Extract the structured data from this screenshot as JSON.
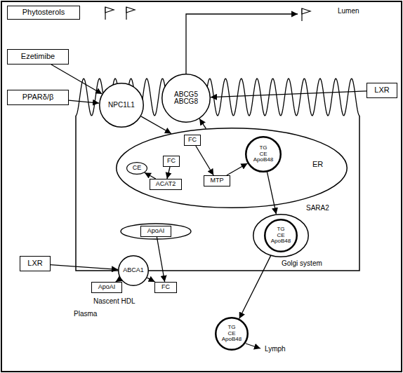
{
  "diagram": {
    "nodes": [
      {
        "text": [
          "Phytosterols"
        ]
      },
      {
        "text": [
          "NPC1L1"
        ]
      },
      {
        "text": [
          "ABCG5",
          "ABCG8"
        ]
      },
      {
        "text": [
          "Ezetimibe"
        ]
      },
      {
        "text": [
          "PPARδ/β"
        ]
      },
      {
        "text": [
          "LXR"
        ]
      },
      {
        "text": [
          "ER"
        ]
      },
      {
        "text": [
          "CE"
        ],
        "in": 6
      },
      {
        "text": [
          "ACAT2"
        ],
        "in": 6
      },
      {
        "text": [
          "FC"
        ],
        "in": 6
      },
      {
        "text": [
          "FC"
        ],
        "in": 6
      },
      {
        "text": [
          "MTP"
        ],
        "in": 6
      },
      {
        "text": [
          "TG",
          "CE",
          "ApoB48"
        ],
        "in": 6
      },
      {
        "text": [
          "SARA2"
        ]
      },
      {
        "text": [
          "TG",
          "CE",
          "ApoB48"
        ],
        "in": 13
      },
      {
        "text": [
          "LXR"
        ]
      },
      {
        "text": [
          "ApoAI"
        ]
      },
      {
        "text": [
          "ABCA1"
        ]
      },
      {
        "text": [
          "ApoAI"
        ]
      },
      {
        "text": [
          "FC"
        ]
      },
      {
        "text": [
          "TG",
          "CE",
          "ApoB48"
        ]
      }
    ],
    "edges": [
      {
        "from": 3,
        "to": 1,
        "arrow": "to"
      },
      {
        "from": 4,
        "to": 1,
        "arrow": "to"
      },
      {
        "from": 5,
        "to": 2,
        "arrow": "to"
      },
      {
        "from": 1,
        "to": 6,
        "arrow": "to"
      },
      {
        "from": 6,
        "to": 2,
        "arrow": "to"
      },
      {
        "from": 9,
        "to": 8,
        "arrow": "to"
      },
      {
        "from": 8,
        "to": 7,
        "arrow": "to"
      },
      {
        "from": 10,
        "to": 11,
        "arrow": "to"
      },
      {
        "from": 11,
        "to": 12,
        "arrow": "to"
      },
      {
        "from": 12,
        "to": 13,
        "arrow": "to"
      },
      {
        "from": 13,
        "to": 20,
        "arrow": "to"
      },
      {
        "from": 15,
        "to": 17,
        "arrow": "to"
      },
      {
        "from": 17,
        "to": 18,
        "arrow": "to"
      },
      {
        "from": 17,
        "to": 19,
        "arrow": "to"
      },
      {
        "from": 16,
        "to": 19,
        "arrow": "to"
      }
    ],
    "labels": [
      "Lumen",
      "Golgi system",
      "Nascent HDL",
      "Plasma",
      "Lymph"
    ]
  }
}
